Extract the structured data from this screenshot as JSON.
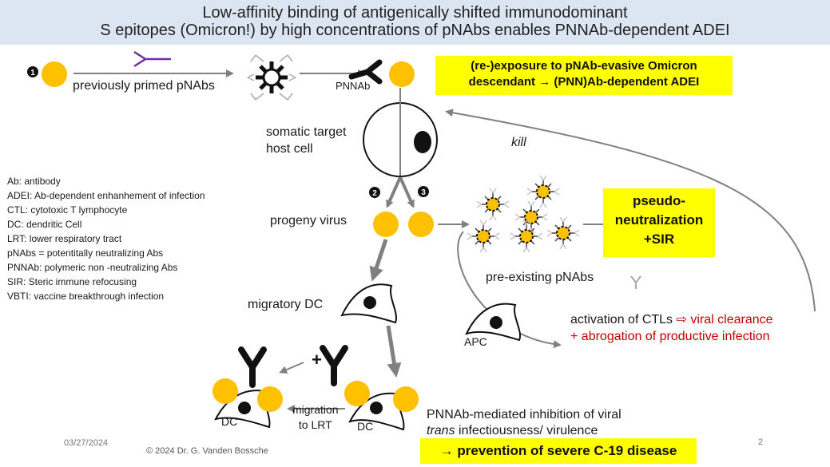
{
  "title": {
    "line1": "Low-affinity binding of antigenically shifted immunodominant",
    "line2": "S epitopes (Omicron!) by high concentrations of pNAbs enables PNNAb-dependent ADEI"
  },
  "step_markers": [
    "1",
    "2",
    "3"
  ],
  "labels": {
    "primed": "previously primed pNAbs",
    "pnnab": "PNNAb",
    "somatic1": "somatic target",
    "somatic2": "host cell",
    "kill": "kill",
    "progeny": "progeny virus",
    "preexisting": "pre-existing pNAbs",
    "migratory_dc": "migratory DC",
    "apc": "APC",
    "activation_prefix": "activation of CTLs",
    "activation_arrow": "⇨",
    "activation_red1": "viral clearance",
    "activation_red2": "+ abrogation of productive infection",
    "migration1": "migration",
    "migration2": "to LRT",
    "dc_left": "DC",
    "dc_right": "DC",
    "plus": "+",
    "pnnab_inhibition1": "PNNAb-mediated inhibition of viral",
    "pnnab_inhibition2_italic": "trans",
    "pnnab_inhibition2_rest": " infectiousness/ virulence"
  },
  "boxes": {
    "reexposure_line1": "(re-)exposure to pNAb-evasive Omicron",
    "reexposure_line2": "descendant → (PNN)Ab-dependent ADEI",
    "pseudo_line1": "pseudo-",
    "pseudo_line2": "neutralization",
    "pseudo_line3": "+SIR",
    "prevention": "→ prevention of severe C-19 disease"
  },
  "glossary": [
    "Ab: antibody",
    "ADEI: Ab-dependent  enhanhement of infection",
    "CTL: cytotoxic T lymphocyte",
    "DC: dendritic Cell",
    "LRT: lower respiratory tract",
    "pNAbs = potentitally neutralizing Abs",
    "PNNAb: polymeric non -neutralizing Abs",
    "SIR: Steric immune refocusing",
    "VBTI: vaccine breakthrough infection"
  ],
  "footer": {
    "date": "03/27/2024",
    "copyright": "© 2024 Dr. G. Vanden Bossche",
    "page": "2"
  },
  "colors": {
    "virus": "#ffc000",
    "highlight": "#ffff00",
    "title_bg": "#dce6f2",
    "arrow": "#808080",
    "red": "#c00000",
    "antibody_purple": "#7030a0"
  }
}
